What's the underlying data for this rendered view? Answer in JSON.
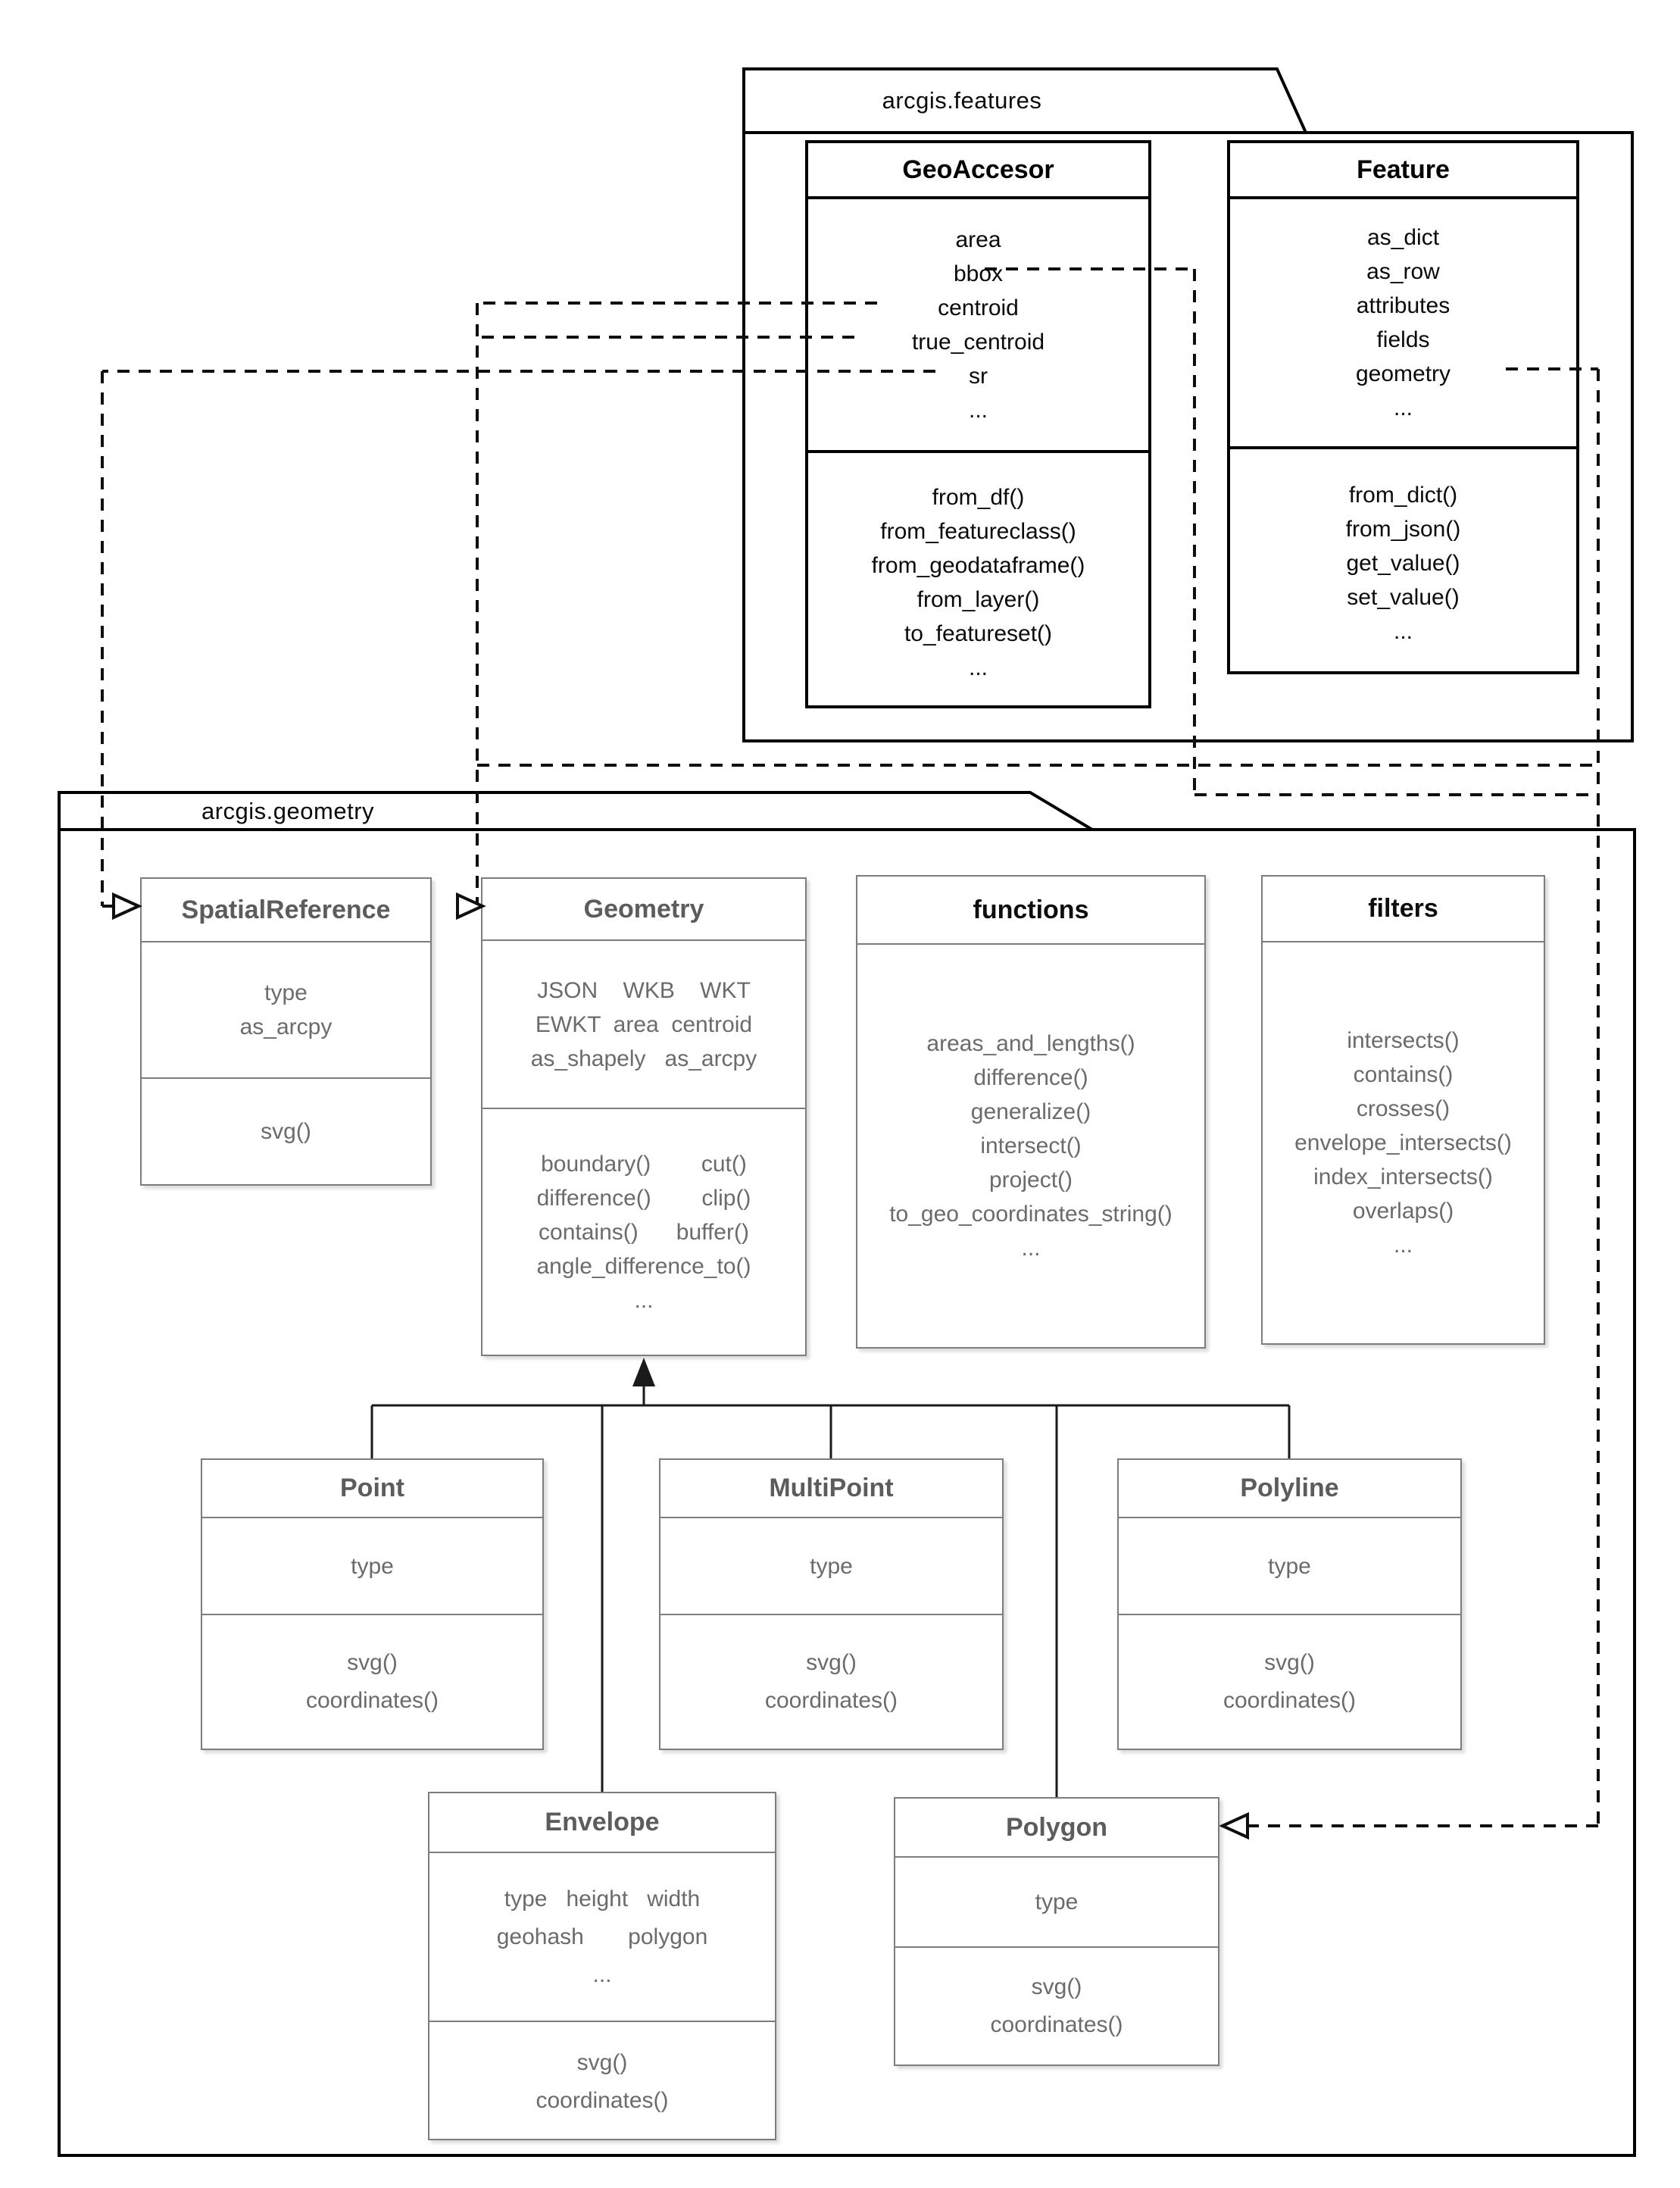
{
  "packages": {
    "features": {
      "label": "arcgis.features"
    },
    "geometry": {
      "label": "arcgis.geometry"
    }
  },
  "classes": {
    "geoaccesor": {
      "title": "GeoAccesor",
      "attrs": [
        "area",
        "bbox",
        "centroid",
        "true_centroid",
        "sr",
        "..."
      ],
      "methods": [
        "from_df()",
        "from_featureclass()",
        "from_geodataframe()",
        "from_layer()",
        "to_featureset()",
        "..."
      ]
    },
    "feature": {
      "title": "Feature",
      "attrs": [
        "as_dict",
        "as_row",
        "attributes",
        "fields",
        "geometry",
        "..."
      ],
      "methods": [
        "from_dict()",
        "from_json()",
        "get_value()",
        "set_value()",
        "..."
      ]
    },
    "spatialreference": {
      "title": "SpatialReference",
      "attrs": [
        "type",
        "as_arcpy"
      ],
      "methods": [
        "svg()"
      ]
    },
    "geometry": {
      "title": "Geometry",
      "attrs": [
        "JSON    WKB    WKT",
        "EWKT  area  centroid",
        "as_shapely   as_arcpy"
      ],
      "methods": [
        "boundary()        cut()",
        "difference()        clip()",
        "contains()      buffer()",
        "angle_difference_to()",
        "..."
      ]
    },
    "functions": {
      "title": "functions",
      "methods": [
        "areas_and_lengths()",
        "difference()",
        "generalize()",
        "intersect()",
        "project()",
        "to_geo_coordinates_string()",
        "..."
      ]
    },
    "filters": {
      "title": "filters",
      "methods": [
        "intersects()",
        "contains()",
        "crosses()",
        "envelope_intersects()",
        "index_intersects()",
        "overlaps()",
        "..."
      ]
    },
    "point": {
      "title": "Point",
      "attrs": [
        "type"
      ],
      "methods": [
        "svg()",
        "coordinates()"
      ]
    },
    "multipoint": {
      "title": "MultiPoint",
      "attrs": [
        "type"
      ],
      "methods": [
        "svg()",
        "coordinates()"
      ]
    },
    "polyline": {
      "title": "Polyline",
      "attrs": [
        "type"
      ],
      "methods": [
        "svg()",
        "coordinates()"
      ]
    },
    "envelope": {
      "title": "Envelope",
      "attrs": [
        "type   height   width",
        "geohash       polygon",
        "..."
      ],
      "methods": [
        "svg()",
        "coordinates()"
      ]
    },
    "polygon": {
      "title": "Polygon",
      "attrs": [
        "type"
      ],
      "methods": [
        "svg()",
        "coordinates()"
      ]
    }
  },
  "colors": {
    "line": "#0a0a0a",
    "lite_border": "#7d7d7d",
    "lite_text": "#6b6b6b"
  }
}
